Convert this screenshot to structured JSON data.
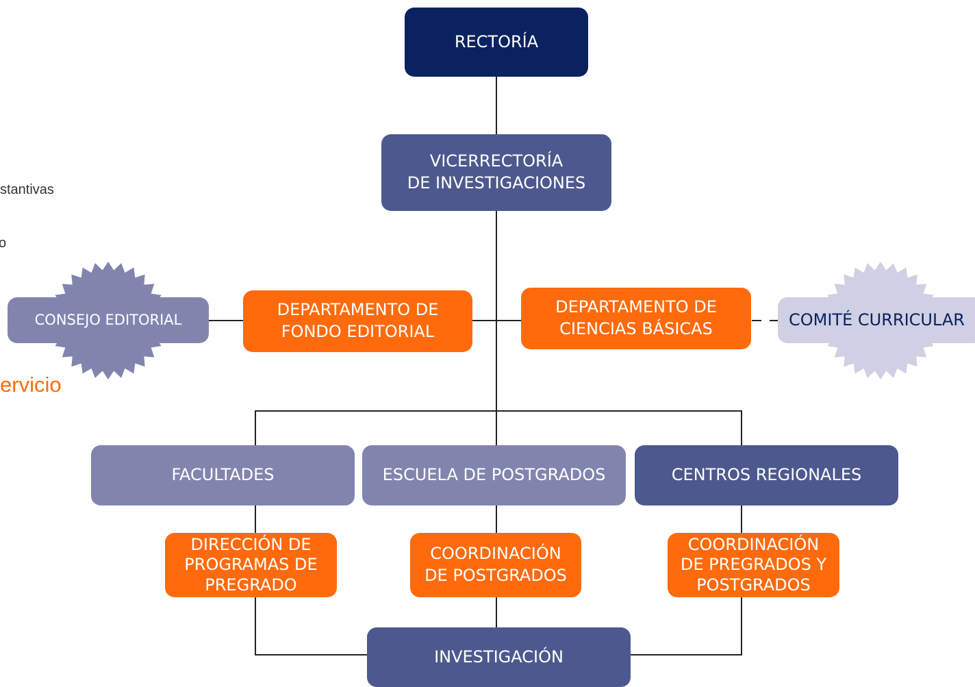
{
  "diagram": {
    "colors": {
      "navy": "#0b2260",
      "indigo": "#4d598e",
      "lavender": "#8185ae",
      "orange": "#ff6a0c",
      "pale": "#cfd0e3",
      "line": "#222222"
    },
    "nodes": {
      "rectoria": "RECTORÍA",
      "vicerrectoria": "VICERRECTORÍA\nDE INVESTIGACIONES",
      "fondo_editorial": "DEPARTAMENTO DE\nFONDO EDITORIAL",
      "ciencias_basicas": "DEPARTAMENTO DE\nCIENCIAS BÁSICAS",
      "consejo_editorial": "CONSEJO EDITORIAL",
      "comite_curricular": "COMITÉ CURRICULAR",
      "facultades": "FACULTADES",
      "escuela_postgrados": "ESCUELA DE POSTGRADOS",
      "centros_regionales": "CENTROS REGIONALES",
      "direccion_pregrado": "DIRECCIÓN DE\nPROGRAMAS DE\nPREGRADO",
      "coordinacion_postgrados": "COORDINACIÓN\nDE POSTGRADOS",
      "coordinacion_pregrados_postgrados": "COORDINACIÓN\nDE PREGRADOS Y\nPOSTGRADOS",
      "investigacion": "INVESTIGACIÓN"
    },
    "cropped_text": {
      "line1": "stantivas",
      "line2": "o",
      "line3": "ervicio"
    }
  }
}
